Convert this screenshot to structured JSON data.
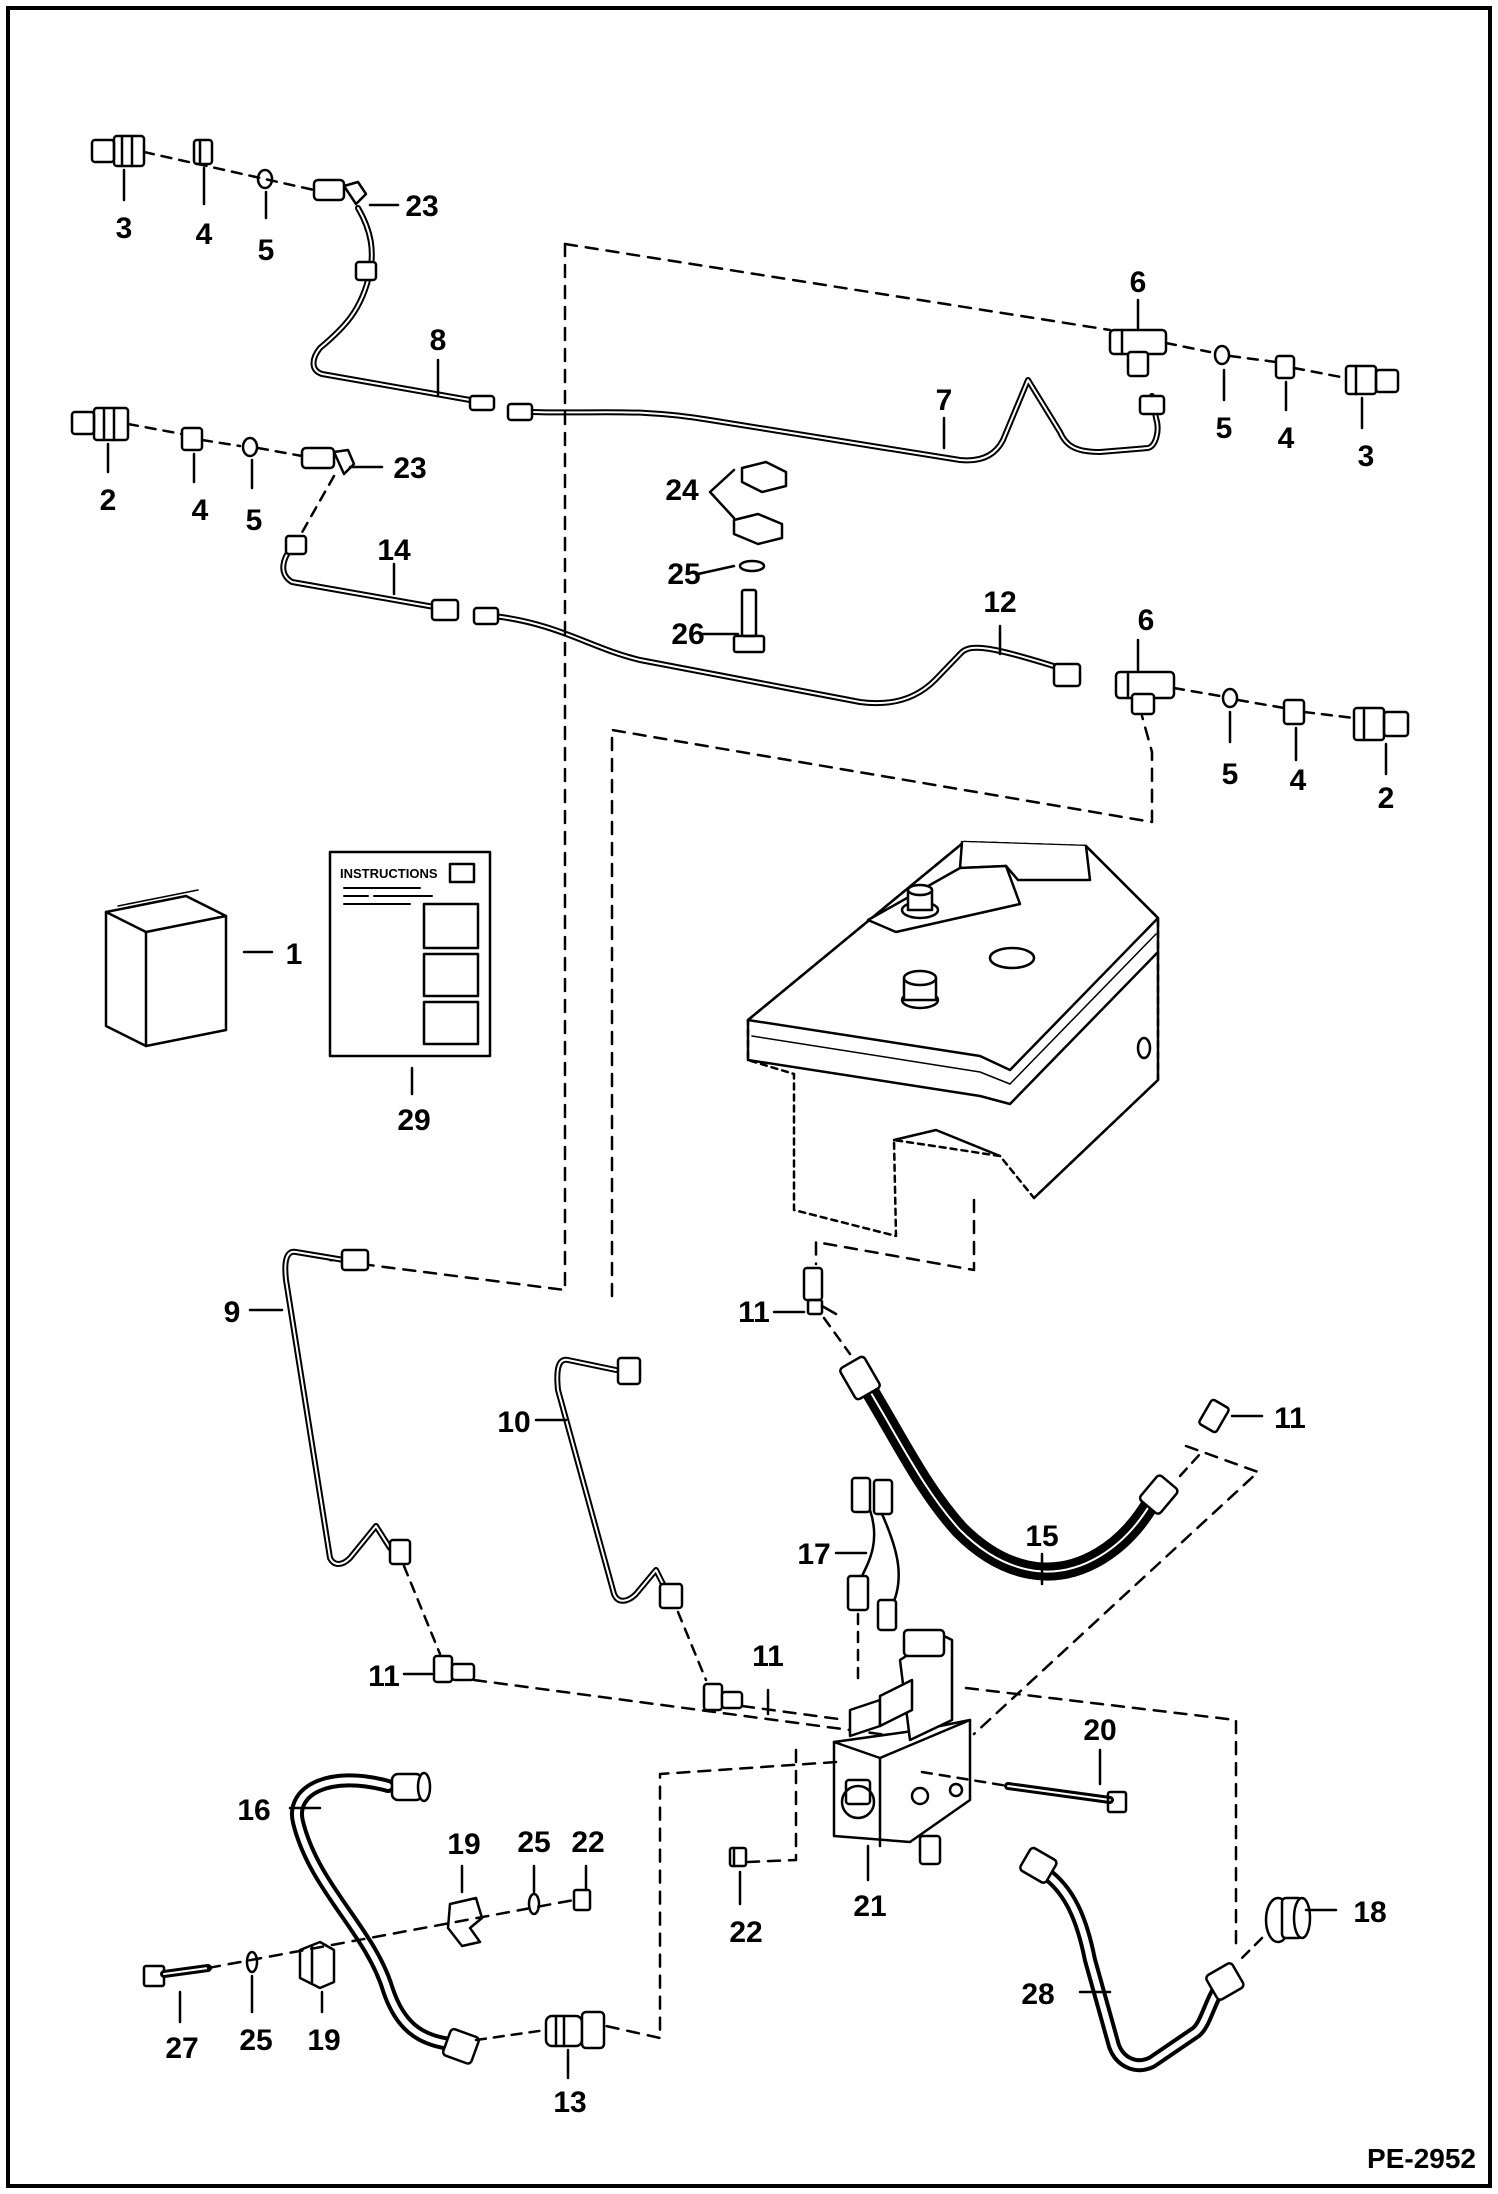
{
  "drawing_ref": "PE-2952",
  "instructions_heading": "INSTRUCTIONS",
  "callouts": [
    {
      "id": "c3a",
      "text": "3"
    },
    {
      "id": "c4a",
      "text": "4"
    },
    {
      "id": "c5a",
      "text": "5"
    },
    {
      "id": "c23a",
      "text": "23"
    },
    {
      "id": "c8",
      "text": "8"
    },
    {
      "id": "c6a",
      "text": "6"
    },
    {
      "id": "c7",
      "text": "7"
    },
    {
      "id": "c5b",
      "text": "5"
    },
    {
      "id": "c4b",
      "text": "4"
    },
    {
      "id": "c3b",
      "text": "3"
    },
    {
      "id": "c2a",
      "text": "2"
    },
    {
      "id": "c4c",
      "text": "4"
    },
    {
      "id": "c5c",
      "text": "5"
    },
    {
      "id": "c23b",
      "text": "23"
    },
    {
      "id": "c24",
      "text": "24"
    },
    {
      "id": "c25a",
      "text": "25"
    },
    {
      "id": "c14",
      "text": "14"
    },
    {
      "id": "c26",
      "text": "26"
    },
    {
      "id": "c12",
      "text": "12"
    },
    {
      "id": "c6b",
      "text": "6"
    },
    {
      "id": "c5d",
      "text": "5"
    },
    {
      "id": "c4d",
      "text": "4"
    },
    {
      "id": "c2b",
      "text": "2"
    },
    {
      "id": "c1",
      "text": "1"
    },
    {
      "id": "c29",
      "text": "29"
    },
    {
      "id": "c9",
      "text": "9"
    },
    {
      "id": "c11a",
      "text": "11"
    },
    {
      "id": "c10",
      "text": "10"
    },
    {
      "id": "c11b",
      "text": "11"
    },
    {
      "id": "c15",
      "text": "15"
    },
    {
      "id": "c17",
      "text": "17"
    },
    {
      "id": "c11c",
      "text": "11"
    },
    {
      "id": "c11d",
      "text": "11"
    },
    {
      "id": "c20",
      "text": "20"
    },
    {
      "id": "c16",
      "text": "16"
    },
    {
      "id": "c19a",
      "text": "19"
    },
    {
      "id": "c25b",
      "text": "25"
    },
    {
      "id": "c22a",
      "text": "22"
    },
    {
      "id": "c22b",
      "text": "22"
    },
    {
      "id": "c21",
      "text": "21"
    },
    {
      "id": "c18",
      "text": "18"
    },
    {
      "id": "c28",
      "text": "28"
    },
    {
      "id": "c27",
      "text": "27"
    },
    {
      "id": "c25c",
      "text": "25"
    },
    {
      "id": "c19b",
      "text": "19"
    },
    {
      "id": "c13",
      "text": "13"
    }
  ]
}
